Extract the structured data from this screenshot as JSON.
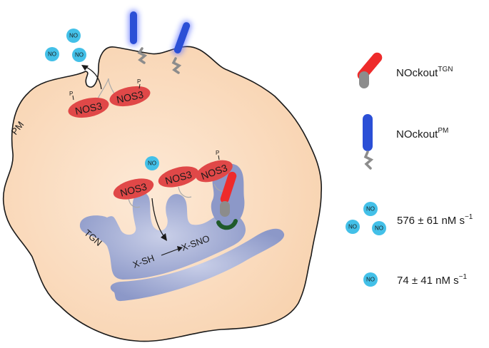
{
  "labels": {
    "pm": "PM",
    "tgn": "TGN",
    "nos3": "NOS3",
    "no": "NO",
    "phospho": "P",
    "xsh": "X-SH",
    "xsno": "X-SNO"
  },
  "legend": {
    "tgn_sensor": {
      "main": "NOckout",
      "sup": "TGN"
    },
    "pm_sensor": {
      "main": "NOckout",
      "sup": "PM"
    },
    "rate_high": {
      "main": "576 ± 61 nM s",
      "sup": "−1"
    },
    "rate_low": {
      "main": "74 ± 41 nM s",
      "sup": "−1"
    }
  },
  "colors": {
    "cell_fill": "#fbdcbf",
    "cell_stroke": "#1a1a1a",
    "tgn_fill": "#9aa6d0",
    "nos3_fill": "#e04848",
    "no_fill": "#43c0e8",
    "sensor_red": "#ee2b2b",
    "sensor_blue": "#2b4fd6",
    "sensor_gray": "#8c8c8c",
    "dark_green": "#1f5a2a"
  }
}
